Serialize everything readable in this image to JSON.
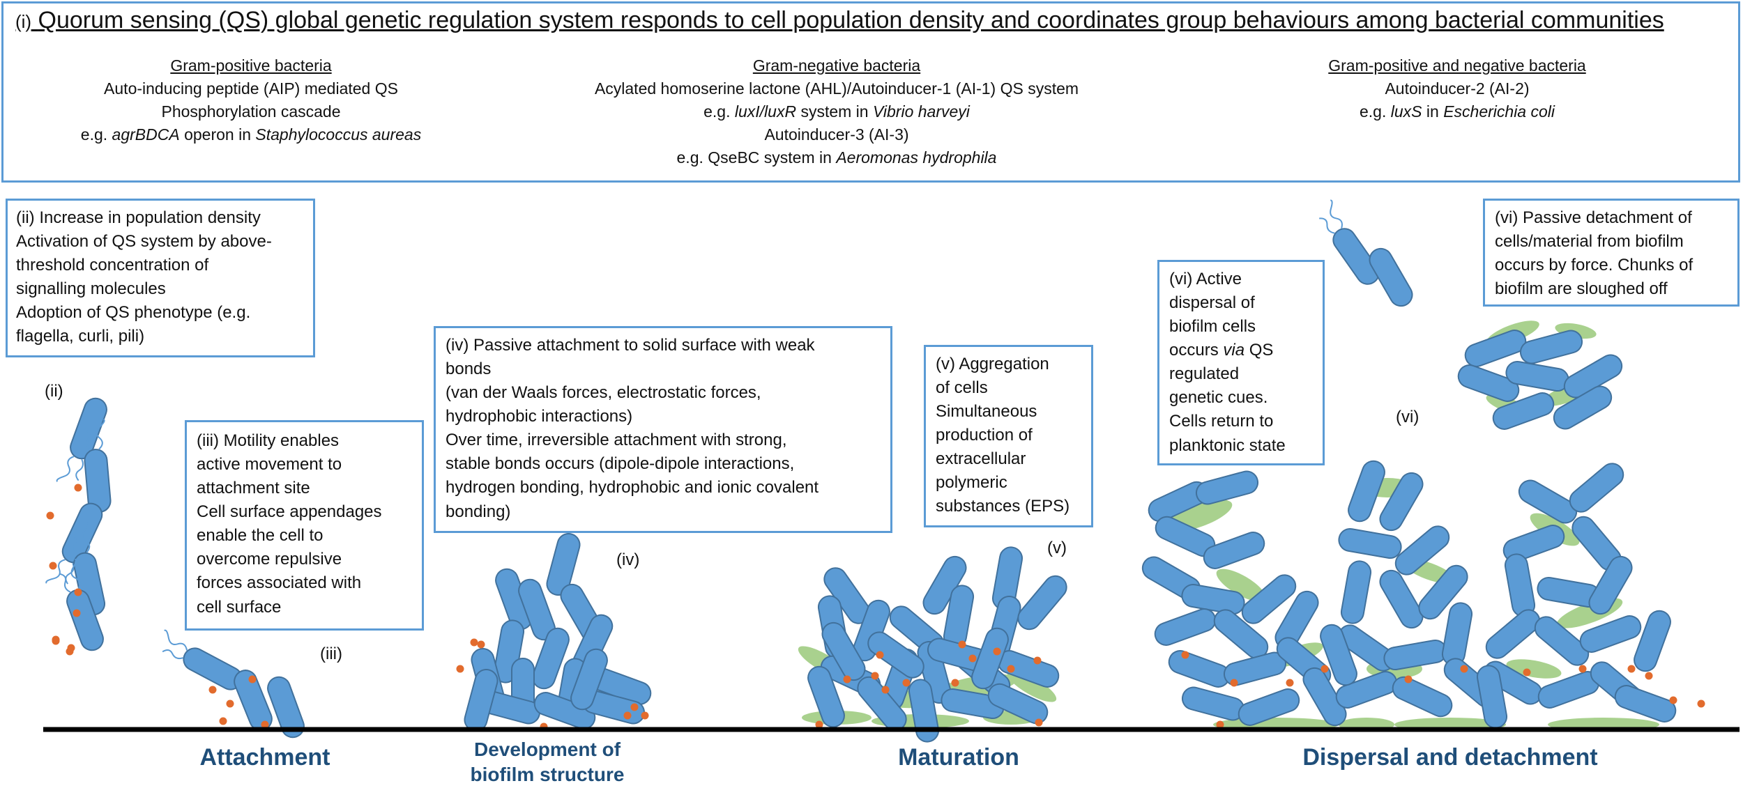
{
  "colors": {
    "bacterium": "#5b9bd5",
    "bacterium_stroke": "#41719c",
    "molecule": "#e26b2d",
    "eps": "#a9d18e",
    "stage_label": "#1f4e79",
    "box_border": "#5b9bd5"
  },
  "panel_i": {
    "title": "Quorum sensing (QS) global genetic regulation system responds to cell population density and coordinates group behaviours among bacterial communities",
    "title_num": "(i)",
    "columns": [
      {
        "header": "Gram-positive bacteria",
        "lines": [
          "Auto-inducing peptide (AIP) mediated QS",
          "Phosphorylation cascade"
        ],
        "example_prefix": "e.g. ",
        "example_gene": "agrBDCA",
        "example_mid": " operon in ",
        "example_species": "Staphylococcus aureas"
      },
      {
        "header": "Gram-negative bacteria",
        "lines": [
          "Acylated homoserine lactone (AHL)/Autoinducer-1 (AI-1) QS system"
        ],
        "example_prefix": "e.g. ",
        "example_gene": "luxI/luxR",
        "example_mid": " system in ",
        "example_species": "Vibrio harveyi",
        "line3": "Autoinducer-3 (AI-3)",
        "ex2_prefix": "e.g. QseBC system in ",
        "ex2_species": "Aeromonas hydrophila"
      },
      {
        "header": "Gram-positive and negative bacteria",
        "lines": [
          "Autoinducer-2 (AI-2)"
        ],
        "example_prefix": "e.g. ",
        "example_gene": "luxS",
        "example_mid": " in ",
        "example_species": "Escherichia coli"
      }
    ]
  },
  "box_ii": [
    "(ii) Increase in population density",
    "Activation of QS system by above-",
    "threshold concentration of",
    "signalling molecules",
    "Adoption of QS phenotype (e.g.",
    "flagella, curli, pili)"
  ],
  "box_iii": [
    "(iii) Motility enables",
    "active movement to",
    "attachment site",
    "Cell surface appendages",
    "enable the cell to",
    "overcome repulsive",
    "forces associated with",
    "cell surface"
  ],
  "box_iv": [
    "(iv) Passive attachment to solid surface with weak",
    "bonds",
    "(van der Waals forces, electrostatic forces,",
    "hydrophobic interactions)",
    "Over time, irreversible attachment with strong,",
    "stable bonds occurs (dipole-dipole interactions,",
    "hydrogen bonding, hydrophobic and ionic covalent",
    "bonding)"
  ],
  "box_v": [
    "(v) Aggregation",
    "of cells",
    "Simultaneous",
    "production of",
    "extracellular",
    "polymeric",
    "substances (EPS)"
  ],
  "box_vi_active": {
    "l1": "(vi) Active",
    "l2": "dispersal of",
    "l3": "biofilm cells",
    "l4_pre": "occurs ",
    "l4_em": "via",
    "l4_post": " QS",
    "l5": "regulated",
    "l6": "genetic cues.",
    "l7": "Cells return to",
    "l8": "planktonic state"
  },
  "box_vi_passive": [
    "(vi) Passive detachment of",
    "cells/material from biofilm",
    "occurs by force. Chunks of",
    "biofilm are sloughed off"
  ],
  "labels": {
    "ii": "(ii)",
    "iii": "(iii)",
    "iv": "(iv)",
    "v": "(v)",
    "vi": "(vi)"
  },
  "stages": {
    "attachment": "Attachment",
    "development_l1": "Development of",
    "development_l2": "biofilm structure",
    "maturation": "Maturation",
    "dispersal": "Dispersal and detachment"
  }
}
